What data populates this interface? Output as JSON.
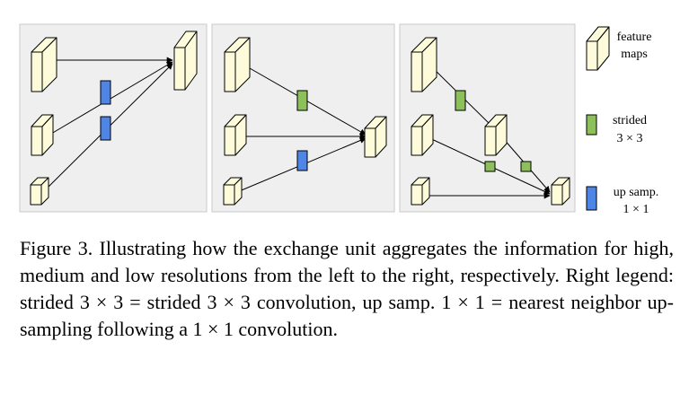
{
  "legend": {
    "feature_maps_line1": "feature",
    "feature_maps_line2": "maps",
    "strided_line1": "strided",
    "strided_line2": "3 × 3",
    "upsamp_line1": "up samp.",
    "upsamp_line2": "1 × 1"
  },
  "caption": {
    "text": "Figure 3. Illustrating how the exchange unit aggregates the information for high, medium and low resolutions from the left to the right, respectively. Right legend: strided 3 × 3 = strided 3 × 3 convolution, up samp. 1 × 1 = nearest neighbor up-sampling following a 1 × 1 convolution."
  },
  "colors": {
    "feature_map": "#fdfbda",
    "strided": "#8dc05a",
    "upsamp": "#4f86e6",
    "panel": "#efefef"
  },
  "icons": {
    "feature_map": "feature-map-icon",
    "strided": "strided-conv-icon",
    "upsamp": "upsample-icon"
  }
}
